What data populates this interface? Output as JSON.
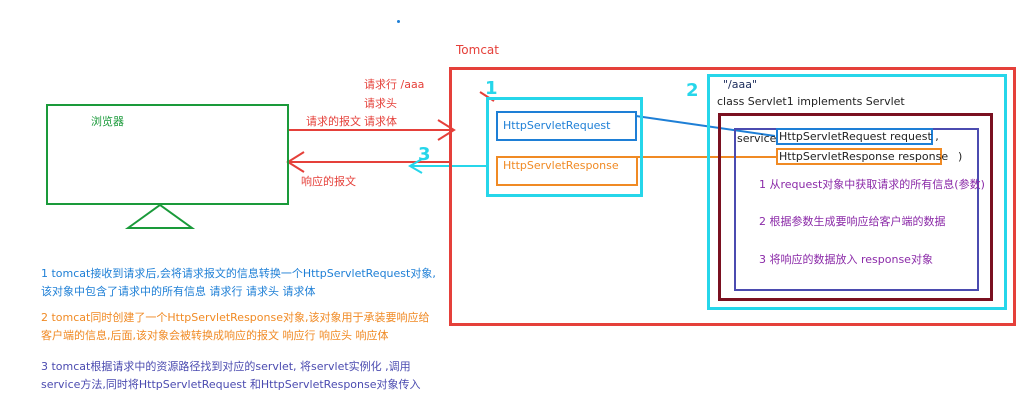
{
  "tomcat_label": "Tomcat",
  "browser_label": "浏览器",
  "request": {
    "line": "请求行  /aaa",
    "header": "请求头",
    "message": "请求的报文",
    "body": "请求体"
  },
  "response_message": "响应的报文",
  "step_numbers": [
    "1",
    "2",
    "3"
  ],
  "servlet": {
    "path": "\"/aaa\"",
    "class_decl": "class Servlet1    implements Servlet",
    "service_label": "service",
    "param1": "HttpServletRequest request ,",
    "param2": "HttpServletResponse response",
    "close_paren": ")",
    "step1": "1 从request对象中获取请求的所有信息(参数)",
    "step2": "2 根据参数生成要响应给客户端的数据",
    "step3": "3 将响应的数据放入 response对象"
  },
  "objects": {
    "request_obj": "HttpServletRequest",
    "response_obj": "HttpServletResponse"
  },
  "notes": {
    "n1_line1": "1 tomcat接收到请求后,会将请求报文的信息转换一个HttpServletRequest对象,",
    "n1_line2": "该对象中包含了请求中的所有信息     请求行  请求头  请求体",
    "n2_line1": "2 tomcat同时创建了一个HttpServletResponse对象,该对象用于承装要响应给",
    "n2_line2": "客户端的信息,后面,该对象会被转换成响应的报文   响应行   响应头  响应体",
    "n3_line1": "3 tomcat根据请求中的资源路径找到对应的servlet, 将servlet实例化 ,调用",
    "n3_line2": "service方法,同时将HttpServletRequest 和HttpServletResponse对象传入"
  },
  "colors": {
    "tomcat_red": "#e5403a",
    "cyan": "#26d6ea",
    "blue": "#1e7fd6",
    "orange": "#f08a24",
    "green": "#1a9a3a",
    "darkred": "#7a1020",
    "indigo": "#4b4bb0",
    "purple": "#8b2aa8"
  }
}
